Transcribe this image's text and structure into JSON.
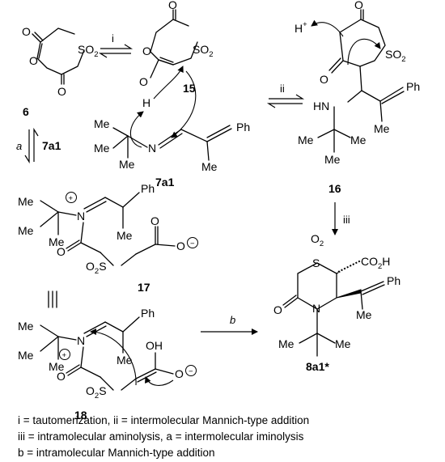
{
  "compounds": {
    "c6": {
      "label": "6",
      "o1": "O",
      "o2": "O",
      "o3": "O",
      "so2": "SO",
      "so2_sub": "2"
    },
    "c15": {
      "label": "15",
      "o1": "O",
      "o2": "O",
      "oh_o": "O",
      "oh_h": "H",
      "so2": "SO",
      "so2_sub": "2"
    },
    "c7a1": {
      "label": "7a1",
      "n": "N",
      "me1": "Me",
      "me2": "Me",
      "me3": "Me",
      "me4": "Me",
      "ph": "Ph"
    },
    "c16": {
      "label": "16",
      "o1": "O",
      "o2": "O",
      "h_plus": "H",
      "plus": "+",
      "so2": "SO",
      "so2_sub": "2",
      "hn": "HN",
      "me1": "Me",
      "me2": "Me",
      "me3": "Me",
      "me4": "Me",
      "ph": "Ph"
    },
    "c17": {
      "label": "17",
      "n": "N",
      "me1": "Me",
      "me2": "Me",
      "me3": "Me",
      "me4": "Me",
      "ph": "Ph",
      "o1": "O",
      "o2": "O",
      "o_minus": "O",
      "so2": "O",
      "so2_sub": "2",
      "s": "S",
      "plus": "+",
      "minus": "−"
    },
    "c18": {
      "label": "18",
      "n": "N",
      "me1": "Me",
      "me2": "Me",
      "me3": "Me",
      "me4": "Me",
      "ph": "Ph",
      "o1": "O",
      "oh": "OH",
      "o_minus": "O",
      "so2": "O",
      "so2_sub": "2",
      "s": "S",
      "plus": "+",
      "minus": "−"
    },
    "c8a1": {
      "label": "8a1*",
      "o2": "O",
      "o2_sub": "2",
      "s": "S",
      "co2h": "CO",
      "co2h_sub": "2",
      "co2h_h": "H",
      "o": "O",
      "n": "N",
      "me1": "Me",
      "me2": "Me",
      "me3": "Me",
      "ph": "Ph"
    }
  },
  "steps": {
    "i": "i",
    "ii": "ii",
    "iii": "iii",
    "a": "a",
    "a_reagent": "7a1",
    "b": "b"
  },
  "legend": [
    "i = tautomerization, ii = intermolecular Mannich-type addition",
    "iii = intramolecular aminolysis, a = intermolecular iminolysis",
    "b = intramolecular Mannich-type addition"
  ]
}
